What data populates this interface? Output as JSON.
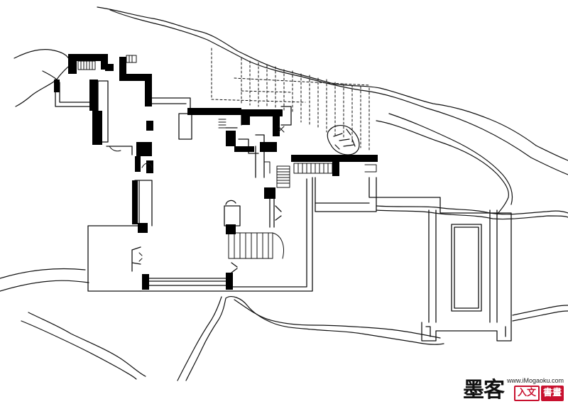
{
  "watermark": {
    "brand": "墨客",
    "url": "www.iMogaoku.com",
    "seals": [
      "入文",
      "書畫"
    ],
    "brand_color": "#c8102e"
  },
  "drawing": {
    "line_color": "#111111",
    "wall_color": "#000000",
    "paper_color": "#ffffff"
  }
}
